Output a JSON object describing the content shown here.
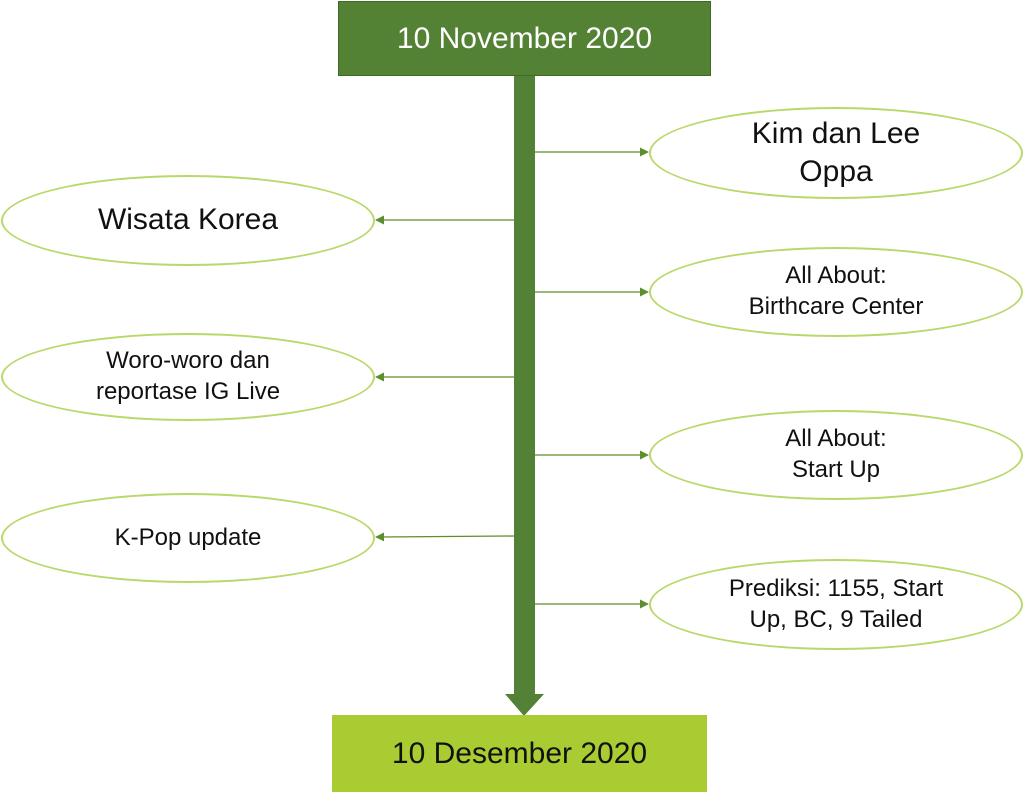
{
  "colors": {
    "start_box": "#548235",
    "end_box": "#a9cc32",
    "spine": "#538135",
    "connector": "#5a8f2e",
    "bubble_border": "#b8d86a"
  },
  "start_label": "10 November 2020",
  "end_label": "10 Desember 2020",
  "left_items": [
    {
      "lines": [
        "Wisata Korea"
      ]
    },
    {
      "lines": [
        "Woro-woro dan",
        "reportase IG Live"
      ]
    },
    {
      "lines": [
        "K-Pop update"
      ]
    }
  ],
  "right_items": [
    {
      "lines": [
        "Kim dan Lee",
        "Oppa"
      ]
    },
    {
      "lines": [
        "All About:",
        "Birthcare Center"
      ]
    },
    {
      "lines": [
        "All About:",
        "Start Up"
      ]
    },
    {
      "lines": [
        "Prediksi: 1155, Start",
        "Up, BC, 9 Tailed"
      ]
    }
  ]
}
